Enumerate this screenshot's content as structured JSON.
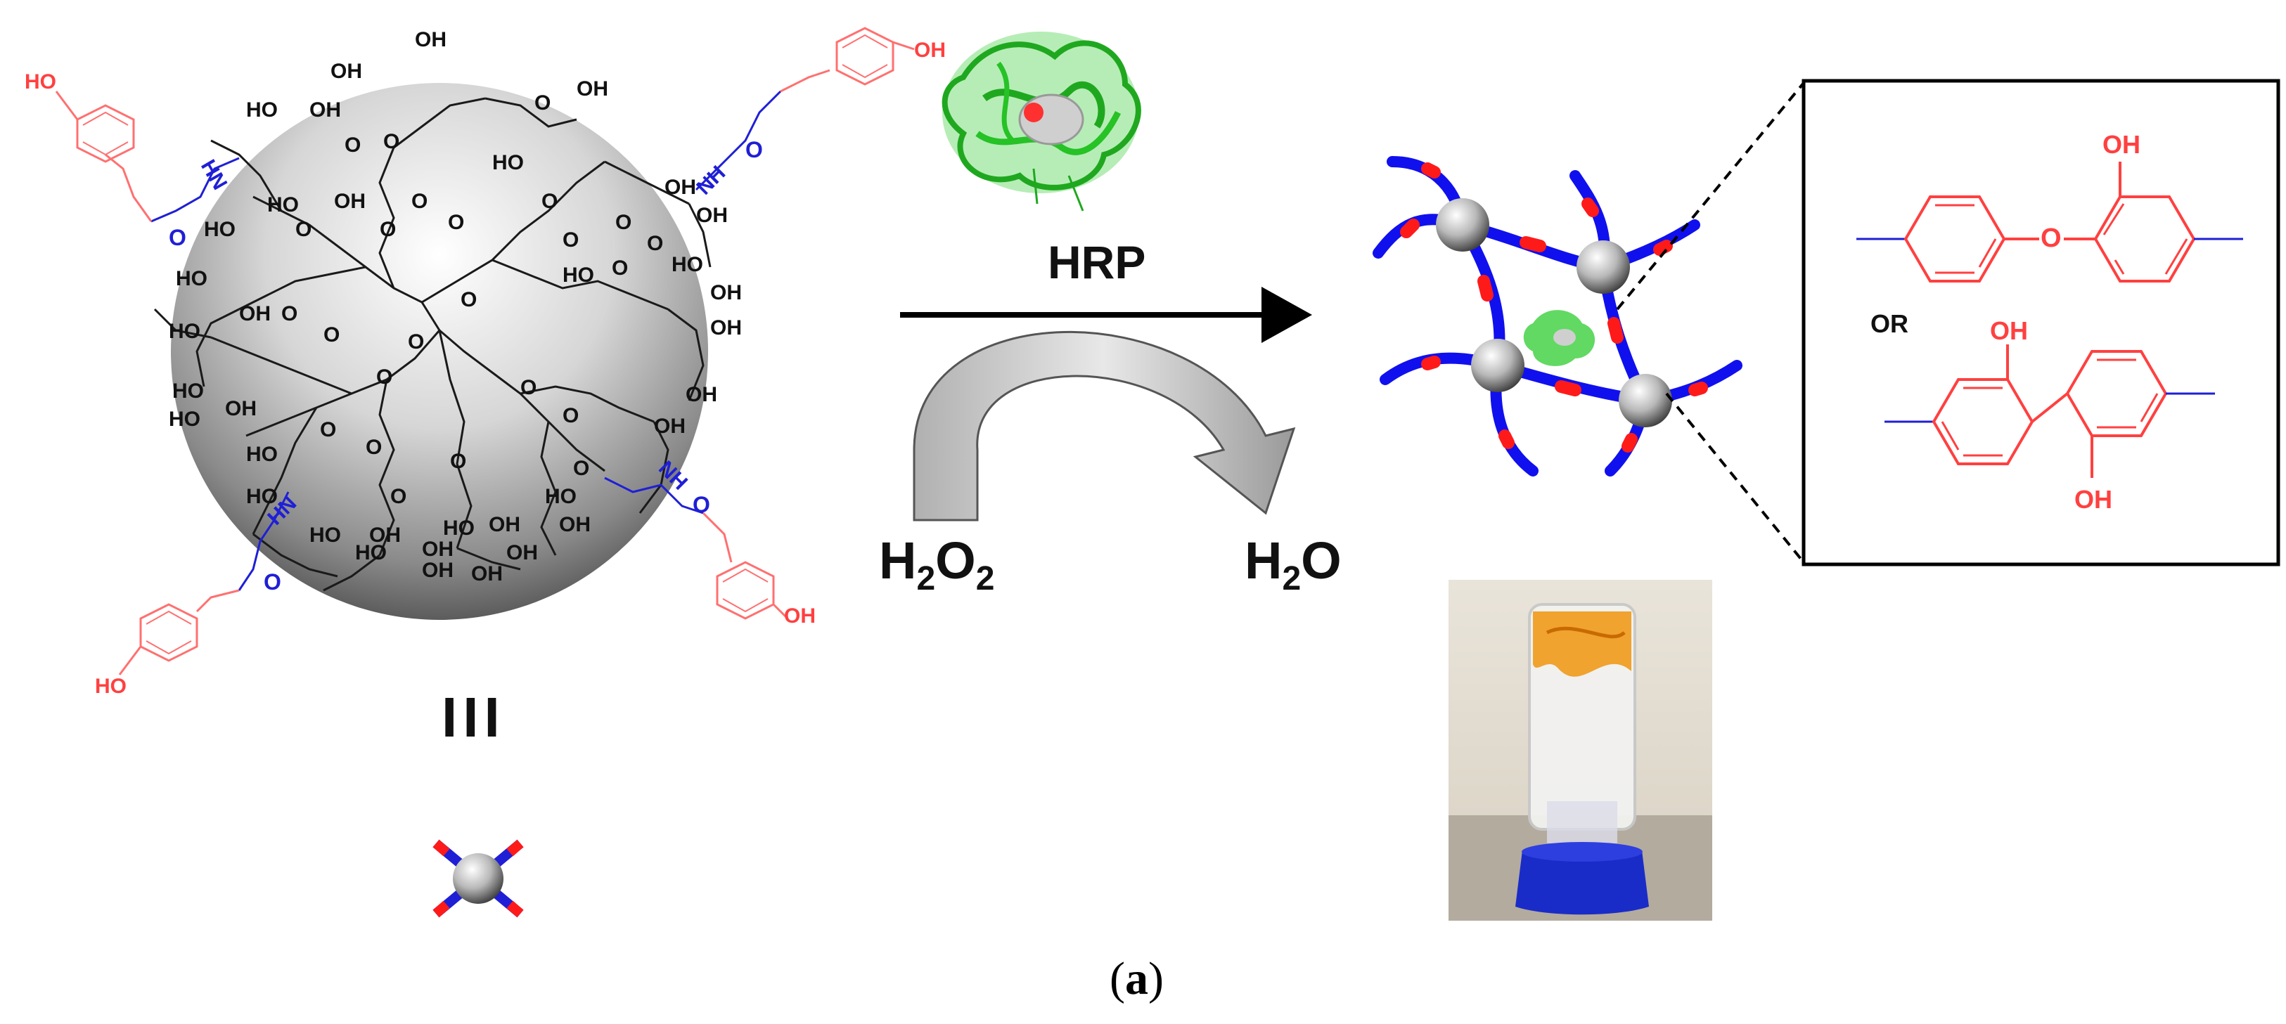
{
  "colors": {
    "sphere_light": "#ffffff",
    "sphere_dark": "#3a3a3a",
    "chain_black": "#1a1a1a",
    "linker_blue": "#1f1fd6",
    "phenol_red": "#ff4040",
    "network_blue": "#1010ee",
    "network_red": "#ff1a1a",
    "hrp_green": "#2ecc2e",
    "arrow_gray": "#9a9a9a"
  },
  "polymer": {
    "atom_oh": "OH",
    "atom_ho": "HO",
    "atom_o": "O",
    "atom_nh": "NH",
    "atom_hn": "HN",
    "symbol": "III"
  },
  "reaction": {
    "enzyme_label": "HRP",
    "oxidant_main": "H",
    "oxidant_sub1": "2",
    "oxidant_o": "O",
    "oxidant_sub2": "2",
    "product_main": "H",
    "product_sub": "2",
    "product_o": "O"
  },
  "inset": {
    "or_label": "OR",
    "oh_top": "OH",
    "o_ether": "O",
    "oh_biphenyl_top": "OH",
    "oh_biphenyl_bottom": "OH"
  },
  "caption": {
    "open": "(",
    "letter": "a",
    "close": ")"
  }
}
